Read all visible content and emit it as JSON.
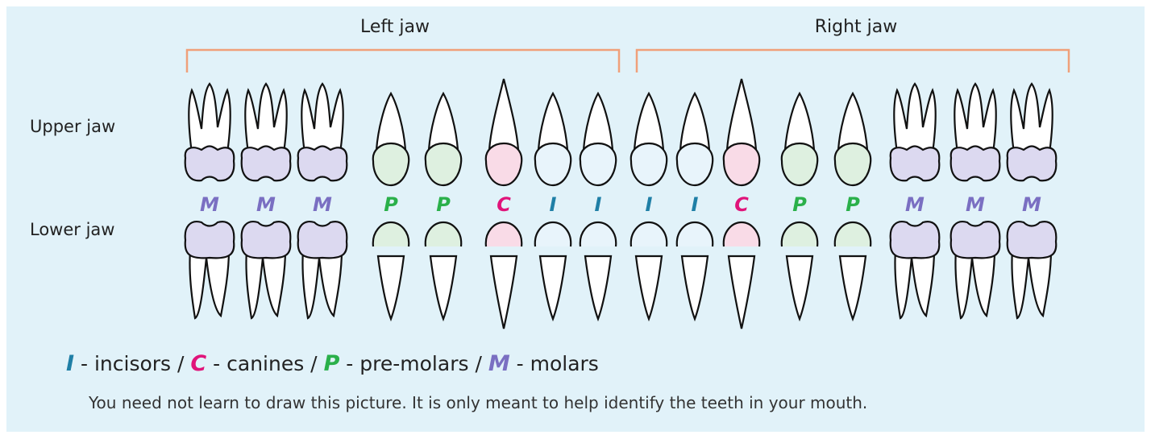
{
  "jaws": {
    "left_title": "Left jaw",
    "right_title": "Right jaw",
    "upper_label": "Upper jaw",
    "lower_label": "Lower jaw"
  },
  "colors": {
    "incisor": "#1f7fa6",
    "canine": "#e0147a",
    "premolar": "#2ab04a",
    "molar": "#7a6fc2",
    "incisor_fill": "#e8f4fb",
    "canine_fill": "#f9dbe7",
    "premolar_fill": "#def0e0",
    "molar_fill": "#dcd9f0",
    "bracket": "#f0a07a"
  },
  "teeth_types": [
    "M",
    "M",
    "M",
    "P",
    "P",
    "C",
    "I",
    "I",
    "I",
    "I",
    "C",
    "P",
    "P",
    "M",
    "M",
    "M"
  ],
  "legend": {
    "items": [
      {
        "letter": "I",
        "text": " - incisors / ",
        "type": "incisor"
      },
      {
        "letter": "C",
        "text": " - canines / ",
        "type": "canine"
      },
      {
        "letter": "P",
        "text": " - pre-molars / ",
        "type": "premolar"
      },
      {
        "letter": "M",
        "text": " - molars",
        "type": "molar"
      }
    ]
  },
  "note": "You need not learn to draw this picture. It is only meant to help identify the teeth in your mouth."
}
